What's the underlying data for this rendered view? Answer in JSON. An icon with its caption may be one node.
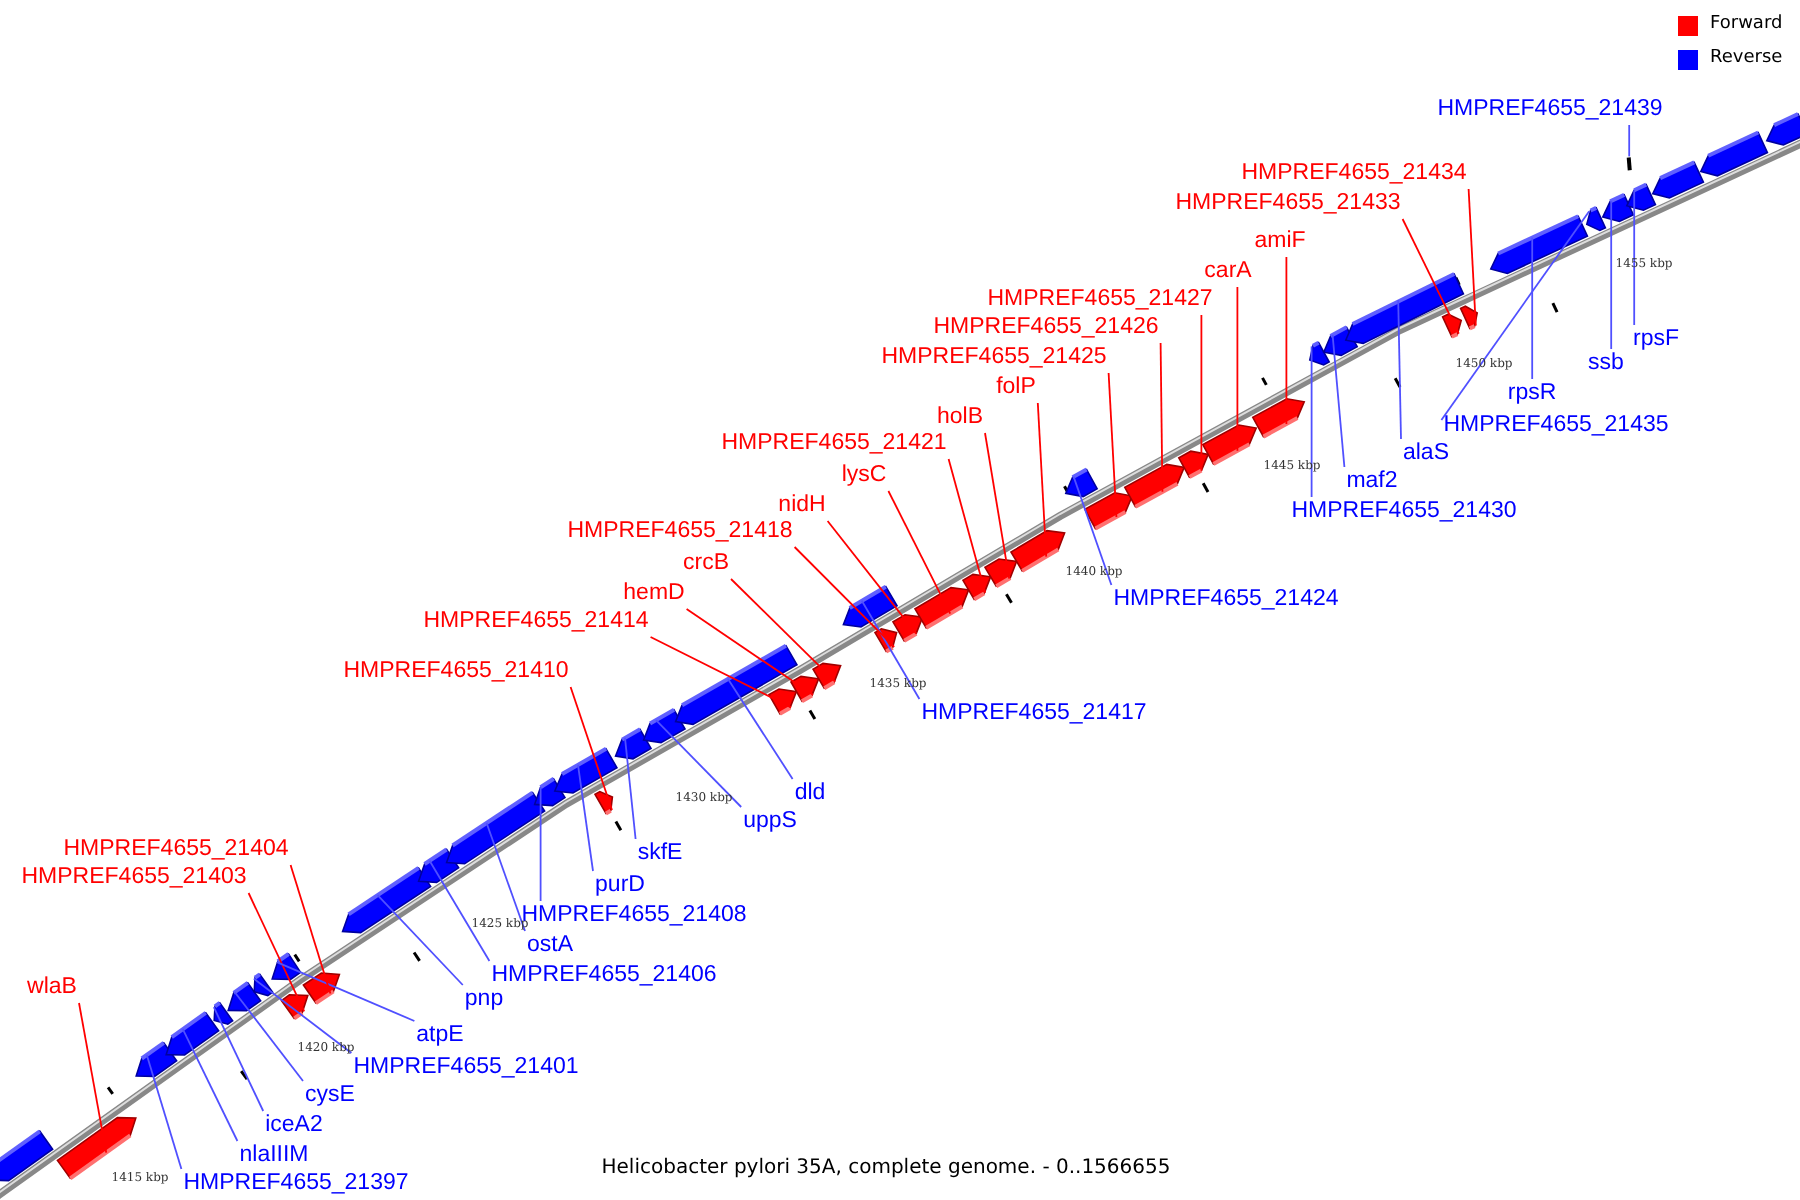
{
  "diagram": {
    "caption": "Helicobacter pylori 35A, complete genome. - 0..1566655",
    "nodes": [
      {
        "text": [
          "wlaB"
        ]
      },
      {
        "text": [],
        "shape": "arrow"
      },
      {
        "text": [
          "HMPREF4655_21397"
        ]
      },
      {
        "text": [],
        "shape": "arrow"
      },
      {
        "text": [
          "nlaIIIM"
        ]
      },
      {
        "text": [],
        "shape": "arrow"
      },
      {
        "text": [
          "iceA2"
        ]
      },
      {
        "text": [],
        "shape": "arrow"
      },
      {
        "text": [
          "cysE"
        ]
      },
      {
        "text": [],
        "shape": "arrow"
      },
      {
        "text": [
          "HMPREF4655_21401"
        ]
      },
      {
        "text": [],
        "shape": "arrow"
      },
      {
        "text": [
          "HMPREF4655_21403"
        ]
      },
      {
        "text": [],
        "shape": "arrow"
      },
      {
        "text": [
          "atpE"
        ]
      },
      {
        "text": [],
        "shape": "arrow"
      },
      {
        "text": [
          "HMPREF4655_21404"
        ]
      },
      {
        "text": [],
        "shape": "arrow"
      },
      {
        "text": [
          "pnp"
        ]
      },
      {
        "text": [],
        "shape": "arrow"
      },
      {
        "text": [
          "HMPREF4655_21406"
        ]
      },
      {
        "text": [],
        "shape": "arrow"
      },
      {
        "text": [
          "ostA"
        ]
      },
      {
        "text": [],
        "shape": "arrow"
      },
      {
        "text": [
          "HMPREF4655_21408"
        ]
      },
      {
        "text": [],
        "shape": "arrow"
      },
      {
        "text": [
          "purD"
        ]
      },
      {
        "text": [],
        "shape": "arrow"
      },
      {
        "text": [
          "HMPREF4655_21410"
        ]
      },
      {
        "text": [],
        "shape": "arrow"
      },
      {
        "text": [
          "skfE"
        ]
      },
      {
        "text": [],
        "shape": "arrow"
      },
      {
        "text": [
          "uppS"
        ]
      },
      {
        "text": [],
        "shape": "arrow"
      },
      {
        "text": [
          "dld"
        ]
      },
      {
        "text": [],
        "shape": "arrow"
      },
      {
        "text": [
          "HMPREF4655_21414"
        ]
      },
      {
        "text": [],
        "shape": "arrow"
      },
      {
        "text": [
          "hemD"
        ]
      },
      {
        "text": [],
        "shape": "arrow"
      },
      {
        "text": [
          "crcB"
        ]
      },
      {
        "text": [],
        "shape": "arrow"
      },
      {
        "text": [
          "HMPREF4655_21417"
        ]
      },
      {
        "text": [],
        "shape": "arrow"
      },
      {
        "text": [
          "HMPREF4655_21418"
        ]
      },
      {
        "text": [],
        "shape": "arrow"
      },
      {
        "text": [
          "nidH"
        ]
      },
      {
        "text": [],
        "shape": "arrow"
      },
      {
        "text": [
          "lysC"
        ]
      },
      {
        "text": [],
        "shape": "arrow"
      },
      {
        "text": [
          "HMPREF4655_21421"
        ]
      },
      {
        "text": [],
        "shape": "arrow"
      },
      {
        "text": [
          "holB"
        ]
      },
      {
        "text": [],
        "shape": "arrow"
      },
      {
        "text": [
          "folP"
        ]
      },
      {
        "text": [],
        "shape": "arrow"
      },
      {
        "text": [
          "HMPREF4655_21424"
        ]
      },
      {
        "text": [],
        "shape": "arrow"
      },
      {
        "text": [
          "HMPREF4655_21425"
        ]
      },
      {
        "text": [],
        "shape": "arrow"
      },
      {
        "text": [
          "HMPREF4655_21426"
        ]
      },
      {
        "text": [],
        "shape": "arrow"
      },
      {
        "text": [
          "HMPREF4655_21427"
        ]
      },
      {
        "text": [],
        "shape": "arrow"
      },
      {
        "text": [
          "carA"
        ]
      },
      {
        "text": [],
        "shape": "arrow"
      },
      {
        "text": [
          "amiF"
        ]
      },
      {
        "text": [],
        "shape": "arrow"
      },
      {
        "text": [
          "HMPREF4655_21430"
        ]
      },
      {
        "text": [],
        "shape": "arrow"
      },
      {
        "text": [
          "maf2"
        ]
      },
      {
        "text": [],
        "shape": "arrow"
      },
      {
        "text": [
          "alaS"
        ]
      },
      {
        "text": [],
        "shape": "arrow"
      },
      {
        "text": [
          "HMPREF4655_21433"
        ]
      },
      {
        "text": [],
        "shape": "arrow"
      },
      {
        "text": [
          "HMPREF4655_21434"
        ]
      },
      {
        "text": [],
        "shape": "arrow"
      },
      {
        "text": [
          "HMPREF4655_21435"
        ]
      },
      {
        "text": [],
        "shape": "arrow"
      },
      {
        "text": [
          "rpsR"
        ]
      },
      {
        "text": [],
        "shape": "arrow"
      },
      {
        "text": [
          "ssb"
        ]
      },
      {
        "text": [],
        "shape": "arrow"
      },
      {
        "text": [
          "rpsF"
        ]
      },
      {
        "text": [],
        "shape": "arrow"
      },
      {
        "text": [
          "HMPREF4655_21439"
        ]
      },
      {
        "text": [],
        "shape": "bar"
      },
      {
        "text": [],
        "shape": "arrow"
      },
      {
        "text": [],
        "shape": "arrow"
      },
      {
        "text": [],
        "shape": "arrow"
      },
      {
        "text": [],
        "shape": "arrow"
      }
    ],
    "edges": [
      {
        "from": 0,
        "to": 1,
        "arrow": "none",
        "color": "#ff0000"
      },
      {
        "from": 2,
        "to": 3,
        "arrow": "none"
      },
      {
        "from": 4,
        "to": 5,
        "arrow": "none"
      },
      {
        "from": 6,
        "to": 7,
        "arrow": "none"
      },
      {
        "from": 8,
        "to": 9,
        "arrow": "none"
      },
      {
        "from": 10,
        "to": 11,
        "arrow": "none"
      },
      {
        "from": 12,
        "to": 13,
        "arrow": "none",
        "color": "#ff0000"
      },
      {
        "from": 14,
        "to": 15,
        "arrow": "none"
      },
      {
        "from": 16,
        "to": 17,
        "arrow": "none",
        "color": "#ff0000"
      },
      {
        "from": 18,
        "to": 19,
        "arrow": "none"
      },
      {
        "from": 20,
        "to": 21,
        "arrow": "none"
      },
      {
        "from": 22,
        "to": 23,
        "arrow": "none"
      },
      {
        "from": 24,
        "to": 25,
        "arrow": "none"
      },
      {
        "from": 26,
        "to": 27,
        "arrow": "none"
      },
      {
        "from": 28,
        "to": 29,
        "arrow": "none",
        "color": "#ff0000"
      },
      {
        "from": 30,
        "to": 31,
        "arrow": "none"
      },
      {
        "from": 32,
        "to": 33,
        "arrow": "none"
      },
      {
        "from": 34,
        "to": 35,
        "arrow": "none"
      },
      {
        "from": 36,
        "to": 37,
        "arrow": "none",
        "color": "#ff0000"
      },
      {
        "from": 38,
        "to": 39,
        "arrow": "none",
        "color": "#ff0000"
      },
      {
        "from": 40,
        "to": 41,
        "arrow": "none",
        "color": "#ff0000"
      },
      {
        "from": 42,
        "to": 43,
        "arrow": "none"
      },
      {
        "from": 44,
        "to": 45,
        "arrow": "none",
        "color": "#ff0000"
      },
      {
        "from": 46,
        "to": 47,
        "arrow": "none",
        "color": "#ff0000"
      },
      {
        "from": 48,
        "to": 49,
        "arrow": "none",
        "color": "#ff0000"
      },
      {
        "from": 50,
        "to": 51,
        "arrow": "none",
        "color": "#ff0000"
      },
      {
        "from": 52,
        "to": 53,
        "arrow": "none",
        "color": "#ff0000"
      },
      {
        "from": 54,
        "to": 55,
        "arrow": "none",
        "color": "#ff0000"
      },
      {
        "from": 56,
        "to": 57,
        "arrow": "none"
      },
      {
        "from": 58,
        "to": 59,
        "arrow": "none",
        "color": "#ff0000"
      },
      {
        "from": 60,
        "to": 61,
        "arrow": "none",
        "color": "#ff0000"
      },
      {
        "from": 62,
        "to": 63,
        "arrow": "none",
        "color": "#ff0000"
      },
      {
        "from": 64,
        "to": 65,
        "arrow": "none",
        "color": "#ff0000"
      },
      {
        "from": 66,
        "to": 67,
        "arrow": "none",
        "color": "#ff0000"
      },
      {
        "from": 68,
        "to": 69,
        "arrow": "none"
      },
      {
        "from": 70,
        "to": 71,
        "arrow": "none"
      },
      {
        "from": 72,
        "to": 73,
        "arrow": "none"
      },
      {
        "from": 74,
        "to": 75,
        "arrow": "none",
        "color": "#ff0000"
      },
      {
        "from": 76,
        "to": 77,
        "arrow": "none",
        "color": "#ff0000"
      },
      {
        "from": 78,
        "to": 79,
        "arrow": "none"
      },
      {
        "from": 80,
        "to": 81,
        "arrow": "none"
      },
      {
        "from": 82,
        "to": 83,
        "arrow": "none"
      },
      {
        "from": 84,
        "to": 85,
        "arrow": "none"
      },
      {
        "from": 86,
        "to": 87,
        "arrow": "none"
      }
    ],
    "labels": [
      "1415 kbp",
      "1420 kbp",
      "1425 kbp",
      "1430 kbp",
      "1435 kbp",
      "1440 kbp",
      "1445 kbp",
      "1450 kbp",
      "1455 kbp"
    ],
    "legend": [
      {
        "text": "Forward",
        "color": "#ff0000"
      },
      {
        "text": "Reverse",
        "color": "#0000ff"
      }
    ]
  }
}
